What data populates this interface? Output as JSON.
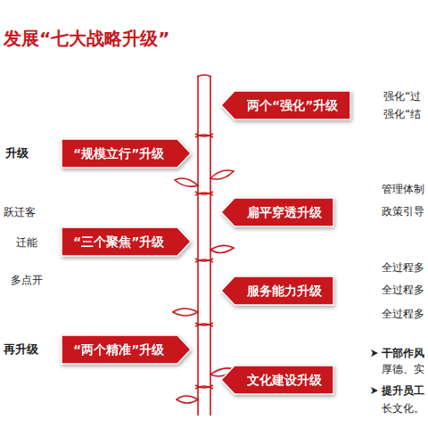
{
  "diagram": {
    "title": "发展“七大战略升级”",
    "nodes": [
      {
        "text": [
          "两个“强化”升级"
        ]
      },
      {
        "text": [
          "“规模立行”升级"
        ]
      },
      {
        "text": [
          "扁平穿透升级"
        ]
      },
      {
        "text": [
          "“三个聚焦”升级"
        ]
      },
      {
        "text": [
          "服务能力升级"
        ]
      },
      {
        "text": [
          "“两个精准”升级"
        ]
      },
      {
        "text": [
          "文化建设升级"
        ]
      }
    ],
    "labels": [
      "升级",
      "跃迁客",
      "迁能",
      "多点开",
      "再升级",
      "强化“过",
      "强化“结",
      "管理体制",
      "政策引导",
      "全过程多",
      "全过程多",
      "全过程多",
      "干部作风",
      "厚德、实",
      "提升员工",
      "长文化。"
    ]
  }
}
